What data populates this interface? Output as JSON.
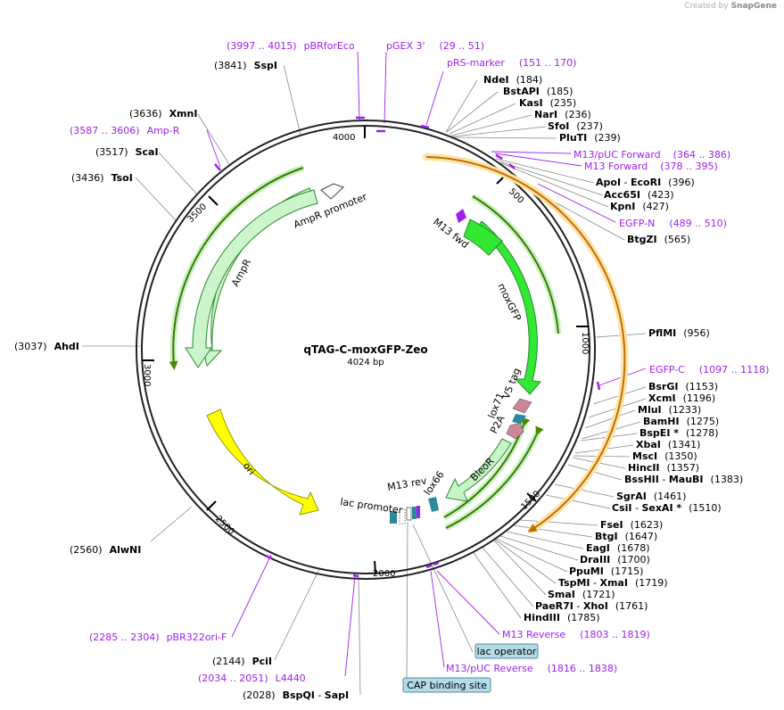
{
  "credit": {
    "prefix": "Created by",
    "brand": "SnapGene"
  },
  "plasmid": {
    "name": "qTAG-C-moxGFP-Zeo",
    "size": "4024 bp"
  },
  "ticks": [
    "500",
    "1000",
    "1500",
    "2000",
    "2500",
    "3000",
    "3500",
    "4000"
  ],
  "features": {
    "m13fwd": "M13 fwd",
    "moxgfp": "moxGFP",
    "v5": "V5 tag",
    "lox71": "lox71",
    "p2a": "P2A",
    "bleor": "BleoR",
    "lox66": "lox66",
    "m13rev": "M13 rev",
    "lacp": "lac promoter",
    "ori": "ori",
    "ampr": "AmpR",
    "amprp": "AmpR promoter"
  },
  "boxes": {
    "lacop": "lac operator",
    "cap": "CAP binding site"
  },
  "sites": [
    {
      "name": "NdeI",
      "pos": "(184)"
    },
    {
      "name": "BstAPI",
      "pos": "(185)"
    },
    {
      "name": "KasI",
      "pos": "(235)"
    },
    {
      "name": "NarI",
      "pos": "(236)"
    },
    {
      "name": "SfoI",
      "pos": "(237)"
    },
    {
      "name": "PluTI",
      "pos": "(239)"
    },
    {
      "name": "ApoI",
      "sep": " - ",
      "name2": "EcoRI",
      "pos": "(396)"
    },
    {
      "name": "Acc65I",
      "pos": "(423)"
    },
    {
      "name": "KpnI",
      "pos": "(427)"
    },
    {
      "name": "BtgZI",
      "pos": "(565)"
    },
    {
      "name": "PflMI",
      "pos": "(956)"
    },
    {
      "name": "BsrGI",
      "pos": "(1153)"
    },
    {
      "name": "XcmI",
      "pos": "(1196)"
    },
    {
      "name": "MluI",
      "pos": "(1233)"
    },
    {
      "name": "BamHI",
      "pos": "(1275)"
    },
    {
      "name": "BspEI *",
      "pos": "(1278)"
    },
    {
      "name": "XbaI",
      "pos": "(1341)"
    },
    {
      "name": "MscI",
      "pos": "(1350)"
    },
    {
      "name": "HincII",
      "pos": "(1357)"
    },
    {
      "name": "BssHII",
      "sep": " - ",
      "name2": "MauBI",
      "pos": "(1383)"
    },
    {
      "name": "SgrAI",
      "pos": "(1461)"
    },
    {
      "name": "CsiI",
      "sep": " - ",
      "name2": "SexAI *",
      "pos": "(1510)"
    },
    {
      "name": "FseI",
      "pos": "(1623)"
    },
    {
      "name": "BtgI",
      "pos": "(1647)"
    },
    {
      "name": "EagI",
      "pos": "(1678)"
    },
    {
      "name": "DraIII",
      "pos": "(1700)"
    },
    {
      "name": "PpuMI",
      "pos": "(1715)"
    },
    {
      "name": "TspMI",
      "sep": " - ",
      "name2": "XmaI",
      "pos": "(1719)"
    },
    {
      "name": "SmaI",
      "pos": "(1721)"
    },
    {
      "name": "PaeR7I",
      "sep": " - ",
      "name2": "XhoI",
      "pos": "(1761)"
    },
    {
      "name": "HindIII",
      "pos": "(1785)"
    },
    {
      "name": "BspQI",
      "sep": " - ",
      "name2": "SapI",
      "pos": "(2028)",
      "posFirst": true
    },
    {
      "name": "PciI",
      "pos": "(2144)",
      "posFirst": true
    },
    {
      "name": "AlwNI",
      "pos": "(2560)",
      "posFirst": true
    },
    {
      "name": "AhdI",
      "pos": "(3037)",
      "posFirst": true
    },
    {
      "name": "TsoI",
      "pos": "(3436)",
      "posFirst": true
    },
    {
      "name": "ScaI",
      "pos": "(3517)",
      "posFirst": true
    },
    {
      "name": "XmnI",
      "pos": "(3636)",
      "posFirst": true
    },
    {
      "name": "SspI",
      "pos": "(3841)",
      "posFirst": true
    }
  ],
  "primers": [
    {
      "range": "(3997 .. 4015)",
      "name": "pBRforEco",
      "rangeFirst": true
    },
    {
      "name": "pGEX 3'",
      "range": "(29 .. 51)"
    },
    {
      "name": "pRS-marker",
      "range": "(151 .. 170)"
    },
    {
      "name": "M13/pUC Forward",
      "range": "(364 .. 386)"
    },
    {
      "name": "M13 Forward",
      "range": "(378 .. 395)"
    },
    {
      "name": "EGFP-N",
      "range": "(489 .. 510)"
    },
    {
      "name": "EGFP-C",
      "range": "(1097 .. 1118)"
    },
    {
      "name": "M13 Reverse",
      "range": "(1803 .. 1819)"
    },
    {
      "name": "M13/pUC Reverse",
      "range": "(1816 .. 1838)"
    },
    {
      "range": "(2285 .. 2304)",
      "name": "pBR322ori-F",
      "rangeFirst": true
    },
    {
      "range": "(2034 .. 2051)",
      "name": "L4440",
      "rangeFirst": true
    },
    {
      "range": "(3587 .. 3606)",
      "name": "Amp-R",
      "rangeFirst": true
    }
  ]
}
